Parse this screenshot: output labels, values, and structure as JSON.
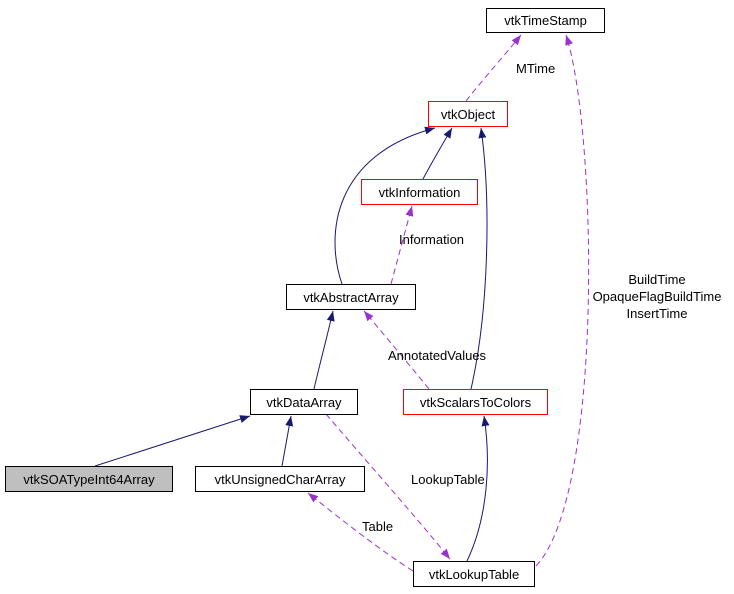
{
  "diagram": {
    "type": "class-collaboration-graph",
    "nodes": {
      "vtkTimeStamp": {
        "label": "vtkTimeStamp"
      },
      "vtkObject": {
        "label": "vtkObject"
      },
      "vtkInformation": {
        "label": "vtkInformation"
      },
      "vtkAbstractArray": {
        "label": "vtkAbstractArray"
      },
      "vtkScalarsToColors": {
        "label": "vtkScalarsToColors"
      },
      "vtkDataArray": {
        "label": "vtkDataArray"
      },
      "vtkSOATypeInt64Array": {
        "label": "vtkSOATypeInt64Array"
      },
      "vtkUnsignedCharArray": {
        "label": "vtkUnsignedCharArray"
      },
      "vtkLookupTable": {
        "label": "vtkLookupTable"
      }
    },
    "edge_labels": {
      "mtime": "MTime",
      "information": "Information",
      "build_time": "BuildTime",
      "opaque_flag_build_time": "OpaqueFlagBuildTime",
      "insert_time": "InsertTime",
      "annotated_values": "AnnotatedValues",
      "lookup_table": "LookupTable",
      "table": "Table"
    },
    "colors": {
      "inheritance_edge": "#191970",
      "usage_edge": "#9a32cd",
      "node_border": "#000000",
      "truncated_node_border": "#ff0000",
      "node_fill": "#ffffff",
      "current_node_fill": "#bfbfbf",
      "background": "#ffffff"
    }
  }
}
